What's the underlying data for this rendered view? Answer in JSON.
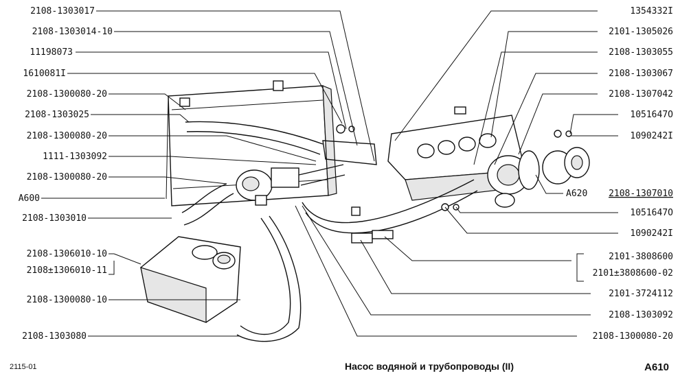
{
  "left_labels": [
    "2108-1303017",
    "2108-1303014-10",
    "1119807З",
    "1610081I",
    "2108-1300080-20",
    "2108-1303025",
    "2108-1300080-20",
    "1111-1303092",
    "2108-1300080-20",
    "А600",
    "2108-1303010",
    "2108-1306010-10",
    "2108±1306010-11",
    "2108-1300080-10",
    "2108-1303080"
  ],
  "right_labels": [
    "1354332I",
    "2101-1305026",
    "2108-1303055",
    "2108-1303067",
    "2108-1307042",
    "1051647O",
    "1090242I",
    "А620",
    "2108-1307010",
    "1051647O",
    "1090242I",
    "2101-3808600",
    "2101±3808600-02",
    "2101-3724112",
    "2108-1303092",
    "2108-1300080-20"
  ],
  "footer": {
    "code": "2115-01",
    "title": "Насос водяной и трубопроводы (II)",
    "page": "А610"
  }
}
